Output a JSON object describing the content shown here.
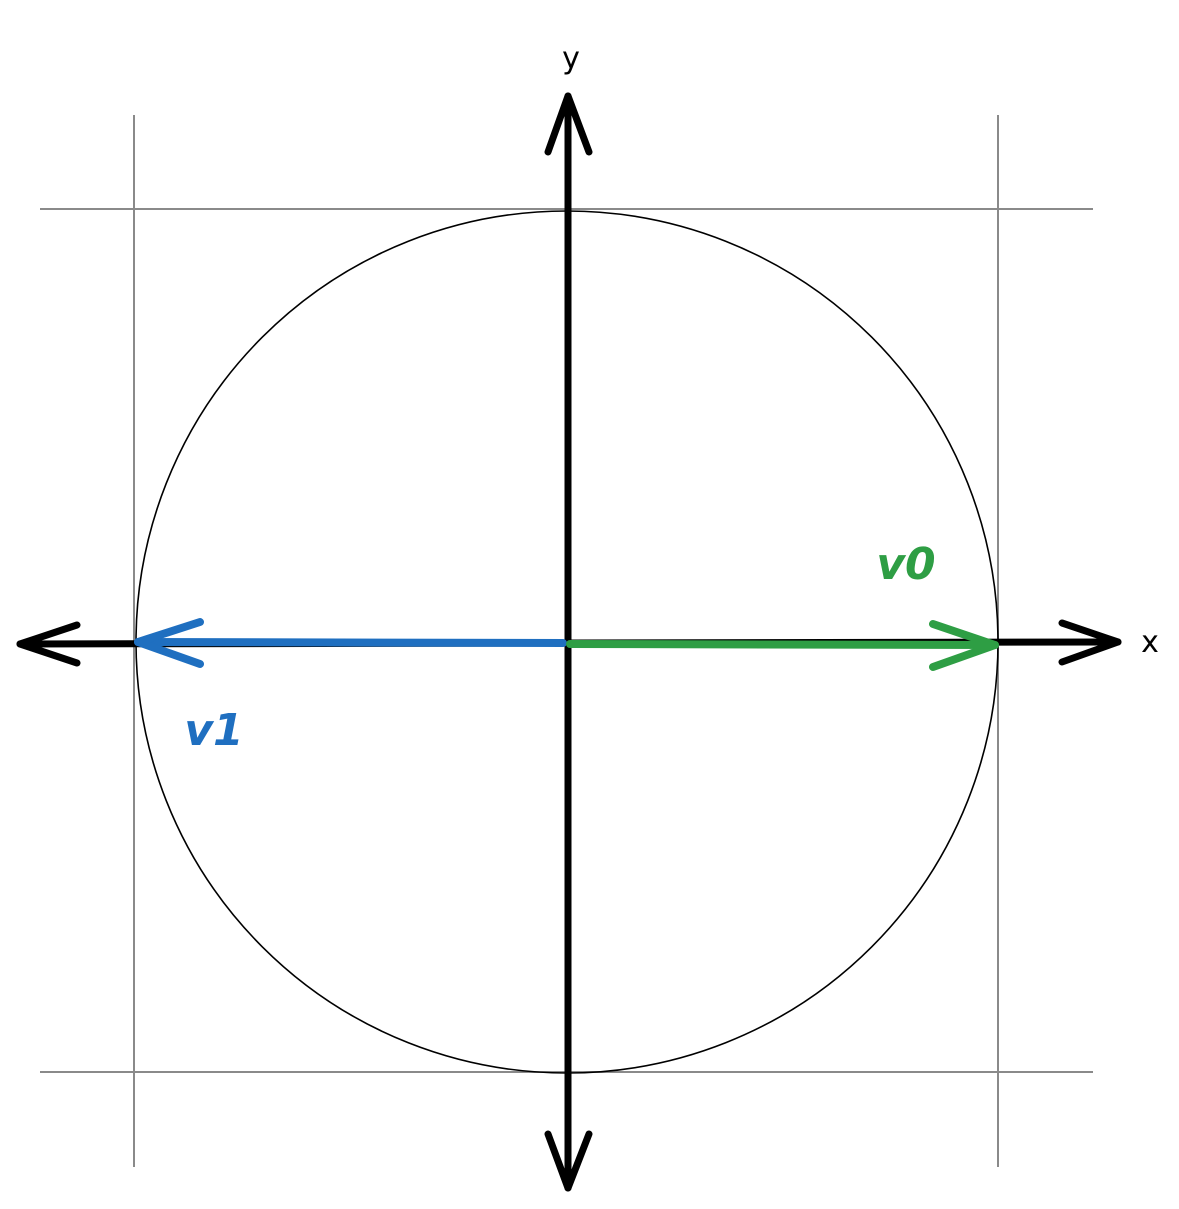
{
  "diagram": {
    "axes": {
      "x_label": "x",
      "y_label": "y"
    },
    "vectors": [
      {
        "name": "v0",
        "label": "v0",
        "direction": "+x",
        "color": "#2e9e44"
      },
      {
        "name": "v1",
        "label": "v1",
        "direction": "-x",
        "color": "#1f6fc0"
      }
    ],
    "colors": {
      "axis": "#000000",
      "circle": "#000000",
      "grid": "#8a8a8a",
      "v0": "#2e9e44",
      "v1": "#1f6fc0"
    }
  }
}
